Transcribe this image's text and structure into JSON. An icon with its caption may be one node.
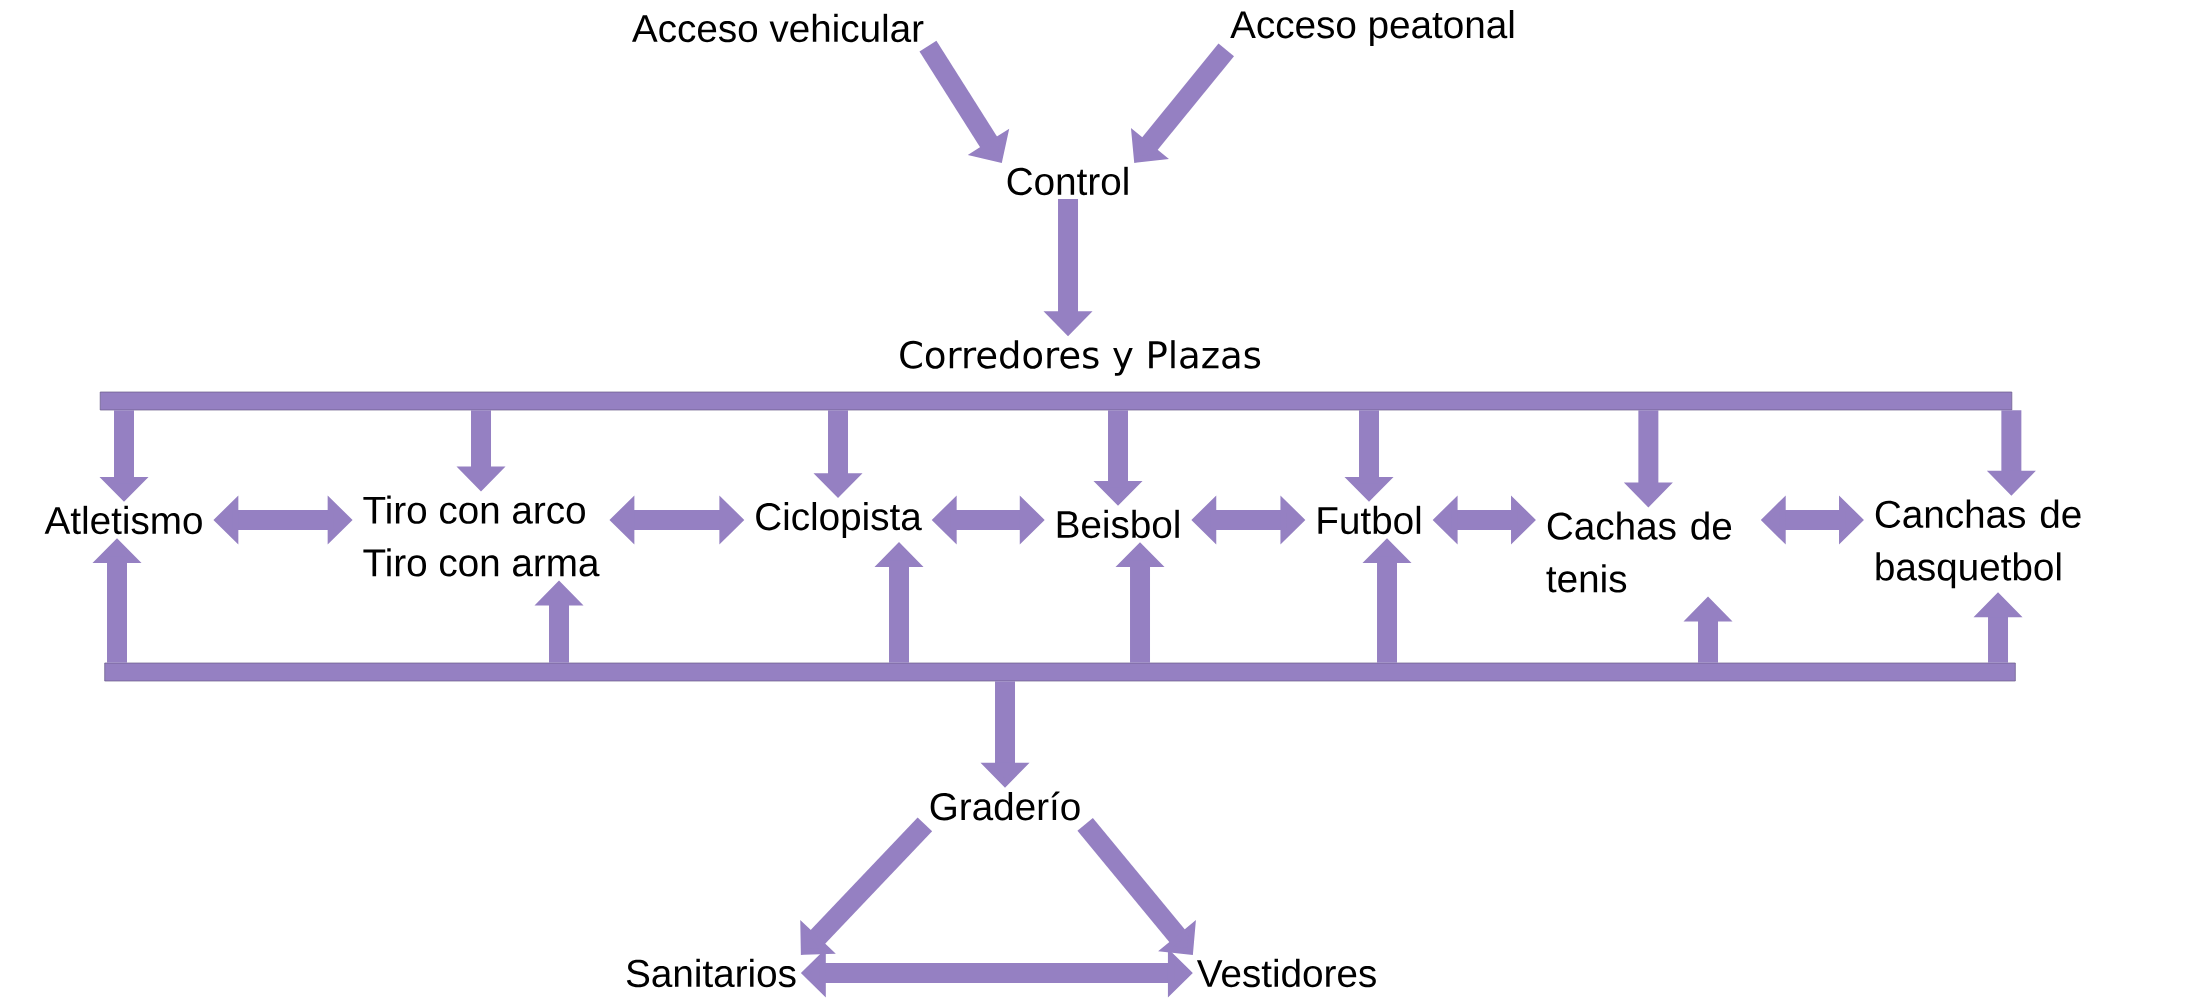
{
  "diagram": {
    "nodes": [
      {
        "text": [
          "Acceso vehicular"
        ]
      },
      {
        "text": [
          "Acceso peatonal"
        ]
      },
      {
        "text": [
          "Control"
        ]
      },
      {
        "text": [
          "Corredores y Plazas"
        ]
      },
      {
        "text": [
          "Atletismo"
        ]
      },
      {
        "text": [
          "Tiro con arco",
          "Tiro con  arma"
        ]
      },
      {
        "text": [
          "Ciclopista"
        ]
      },
      {
        "text": [
          "Beisbol"
        ]
      },
      {
        "text": [
          "Futbol"
        ]
      },
      {
        "text": [
          "Cachas de tenis"
        ]
      },
      {
        "text": [
          "Canchas de basquetbol"
        ]
      },
      {
        "text": [],
        "shape": "bar"
      },
      {
        "text": [
          "Graderío"
        ]
      },
      {
        "text": [
          "Sanitarios"
        ]
      },
      {
        "text": [
          "Vestidores"
        ]
      }
    ],
    "edges": [
      {
        "from": 0,
        "to": 2,
        "arrow": "to"
      },
      {
        "from": 1,
        "to": 2,
        "arrow": "to"
      },
      {
        "from": 2,
        "to": 3,
        "arrow": "to"
      },
      {
        "from": 3,
        "to": 4,
        "arrow": "to"
      },
      {
        "from": 3,
        "to": 5,
        "arrow": "to"
      },
      {
        "from": 3,
        "to": 6,
        "arrow": "to"
      },
      {
        "from": 3,
        "to": 7,
        "arrow": "to"
      },
      {
        "from": 3,
        "to": 8,
        "arrow": "to"
      },
      {
        "from": 3,
        "to": 9,
        "arrow": "to"
      },
      {
        "from": 3,
        "to": 10,
        "arrow": "to"
      },
      {
        "from": 4,
        "to": 5,
        "arrow": "both"
      },
      {
        "from": 5,
        "to": 6,
        "arrow": "both"
      },
      {
        "from": 6,
        "to": 7,
        "arrow": "both"
      },
      {
        "from": 7,
        "to": 8,
        "arrow": "both"
      },
      {
        "from": 8,
        "to": 9,
        "arrow": "both"
      },
      {
        "from": 9,
        "to": 10,
        "arrow": "both"
      },
      {
        "from": 11,
        "to": 4,
        "arrow": "to"
      },
      {
        "from": 11,
        "to": 5,
        "arrow": "to"
      },
      {
        "from": 11,
        "to": 6,
        "arrow": "to"
      },
      {
        "from": 11,
        "to": 7,
        "arrow": "to"
      },
      {
        "from": 11,
        "to": 8,
        "arrow": "to"
      },
      {
        "from": 11,
        "to": 9,
        "arrow": "to"
      },
      {
        "from": 11,
        "to": 10,
        "arrow": "to"
      },
      {
        "from": 11,
        "to": 12,
        "arrow": "to"
      },
      {
        "from": 12,
        "to": 13,
        "arrow": "to"
      },
      {
        "from": 12,
        "to": 14,
        "arrow": "to"
      },
      {
        "from": 13,
        "to": 14,
        "arrow": "both"
      }
    ]
  }
}
